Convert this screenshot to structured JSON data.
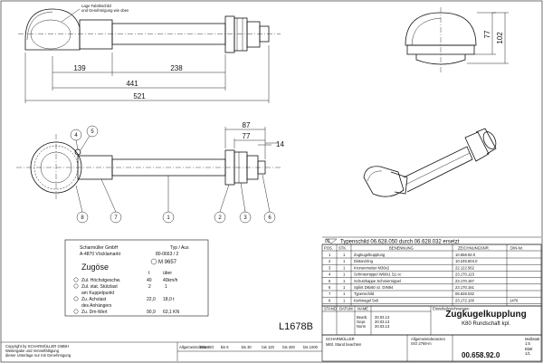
{
  "top_note": [
    "Lage Fabrikschild",
    "und Genehmigung wie oben"
  ],
  "dims_top": {
    "d139": "139",
    "d238": "238",
    "d441": "441",
    "d521": "521",
    "d77": "77",
    "d102": "102"
  },
  "dims_mid": {
    "d87": "87",
    "d77": "77",
    "d14": "14"
  },
  "callouts": [
    "4",
    "5",
    "8",
    "7",
    "1",
    "2",
    "3",
    "6"
  ],
  "revision": {
    "index": "01",
    "text": "Typenschild 06.628.050 durch 06.628.032 ersetzt"
  },
  "bom": {
    "headers": [
      "POS.",
      "STK.",
      "BENENNUNG",
      "ZEICHNUNGSNR.",
      "DIN-Nr."
    ],
    "rows": [
      [
        "1",
        "1",
        "Zugkugelkupplung",
        "10.558.92.0",
        ""
      ],
      [
        "2",
        "1",
        "Distanzring",
        "10.245.604.0",
        ""
      ],
      [
        "3",
        "1",
        "Kronenmutter M36x2",
        "22.122.562",
        ""
      ],
      [
        "4",
        "1",
        "Schmiernippel W60x1 l11 cc",
        "23.170.123",
        ""
      ],
      [
        "5",
        "1",
        "Schutzkappe Schmiernippel",
        "23.170.167",
        ""
      ],
      [
        "6",
        "1",
        "Splint D8x60 vz. DIN94",
        "23.170.161",
        ""
      ],
      [
        "7",
        "1",
        "Typenschild",
        "06.628.032",
        ""
      ],
      [
        "8",
        "1",
        "Kerbnagel 5x8",
        "23.172.100",
        "1476"
      ]
    ]
  },
  "plate": {
    "company": "Scharmüller GmbH",
    "address": "A-4870 Vöcklamarkt",
    "type_label": "Typ / Aus",
    "type_value": "80-0663 / 2",
    "approval": "M 9657",
    "title": "Zugöse",
    "col1": "t",
    "col2": "über",
    "rows": [
      [
        "Zul. Höchstgeschw.",
        "40",
        "40km/h"
      ],
      [
        "Zul. stat. Stützlast",
        "2",
        "1"
      ],
      [
        "am Kuppelpunkt",
        "",
        ""
      ],
      [
        "Zu. Achslast",
        "22,0",
        "18,0 t"
      ],
      [
        "des Anhängers",
        "",
        ""
      ],
      [
        "Zu. Dm-Wert",
        "90,9",
        "63,1 KN"
      ]
    ]
  },
  "drawing_no": "L1678B",
  "title_block": {
    "product": "Zugkugelkupplung",
    "subtitle": "K80 Rundschaft kpl.",
    "number": "00.658.92.0",
    "stand": "STAND",
    "datum": "DATUM",
    "name": "NAME",
    "row_labels": [
      "Bearb.",
      "Gepr.",
      "Norm"
    ],
    "dates": [
      "20.03.13",
      "20.03.13",
      "20.03.13"
    ],
    "left_note": [
      "Einzelteilzeichnungen",
      "Mittl. Stand beachten"
    ],
    "company_block": "SCHARMÜLLER",
    "copyright": [
      "Copyright by SCHARMÜLLER GMBH",
      "Weitergabe und Vervielfältigung",
      "dieser Unterlage nur mit Genehmigung"
    ],
    "tolerance_note": [
      "Allgemeintoleranzen",
      "ISO 2768-m"
    ],
    "scale_label": "Maßstab",
    "scale_value": "1:5",
    "sheet_label": "Blatt",
    "sheet_value": "1/1",
    "bottom_row": [
      "Allgemeintoleranz",
      "DIN ISO",
      "bis 6",
      "bis 30",
      "bis 120",
      "bis 400",
      "bis 1000"
    ]
  }
}
